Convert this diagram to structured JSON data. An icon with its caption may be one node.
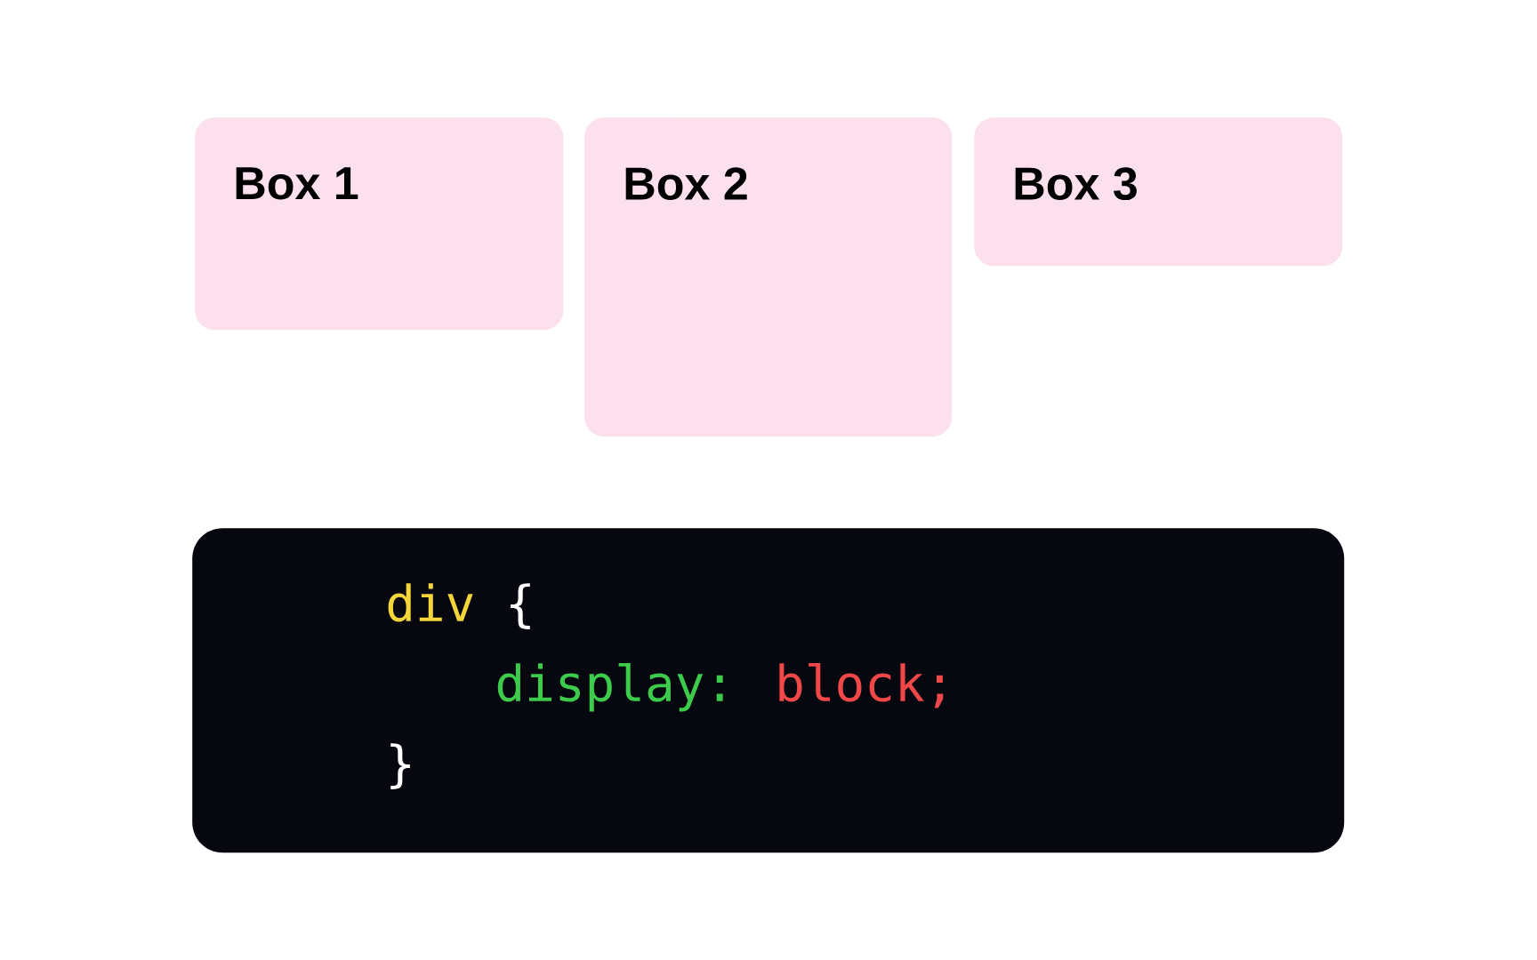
{
  "diagram": {
    "nodes": [
      {
        "text": [
          "Box 1"
        ]
      },
      {
        "text": [
          "Box 2"
        ]
      },
      {
        "text": [
          "Box 3"
        ]
      },
      {
        "text": [
          "div",
          "{",
          "display:",
          "block;",
          "}"
        ]
      }
    ]
  }
}
